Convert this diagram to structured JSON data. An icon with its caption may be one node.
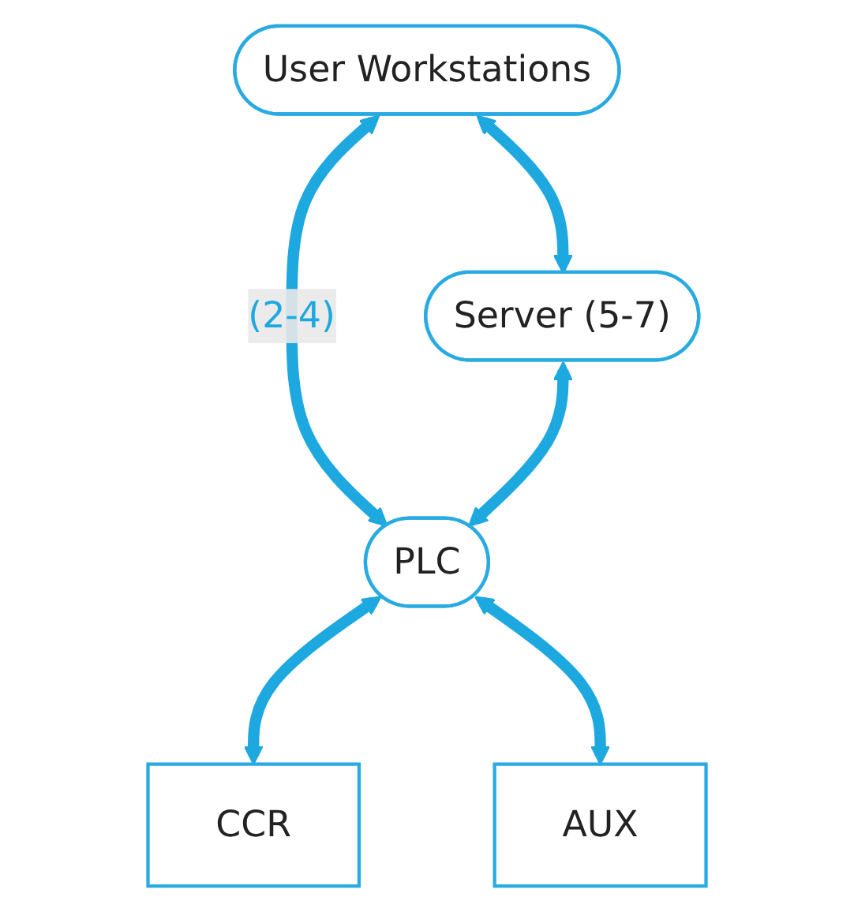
{
  "diagram": {
    "nodes": [
      {
        "text": [
          "User Workstations"
        ]
      },
      {
        "text": [
          "Server (5-7)"
        ]
      },
      {
        "text": [
          "PLC"
        ]
      },
      {
        "text": [
          "CCR"
        ]
      },
      {
        "text": [
          "AUX"
        ]
      }
    ],
    "edges": [
      {
        "from": 0,
        "to": 1,
        "arrow": "both"
      },
      {
        "from": 0,
        "to": 2,
        "arrow": "both",
        "label": "(2-4)"
      },
      {
        "from": 1,
        "to": 2,
        "arrow": "both"
      },
      {
        "from": 2,
        "to": 3,
        "arrow": "both"
      },
      {
        "from": 2,
        "to": 4,
        "arrow": "both"
      }
    ]
  }
}
